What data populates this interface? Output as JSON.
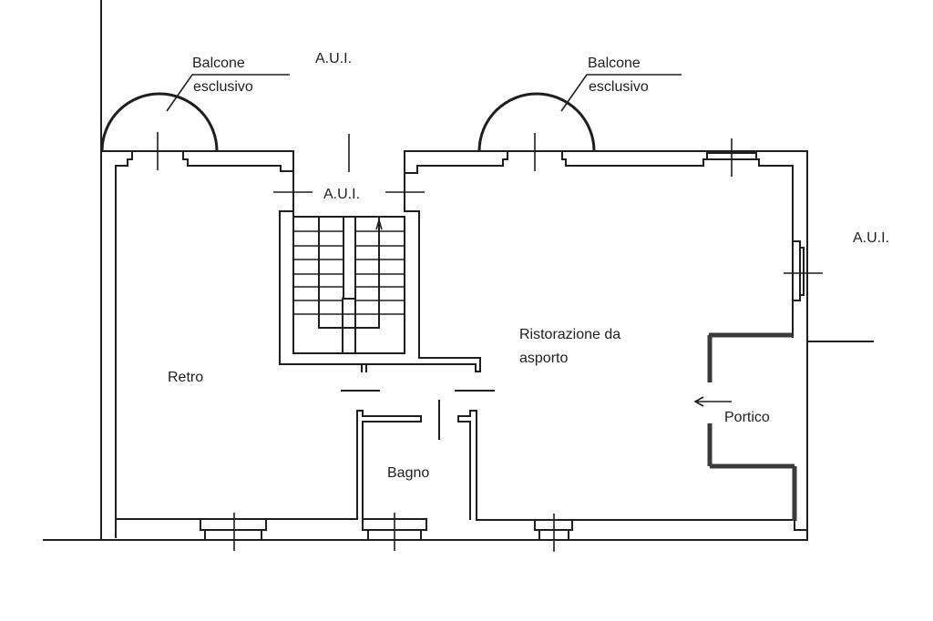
{
  "plan": {
    "labels": {
      "aui_top": "A.U.I.",
      "aui_stair": "A.U.I.",
      "aui_right": "A.U.I.",
      "balcone_left_line1": "Balcone",
      "balcone_left_line2": "esclusivo",
      "balcone_right_line1": "Balcone",
      "balcone_right_line2": "esclusivo",
      "ristorazione_line1": "Ristorazione da",
      "ristorazione_line2": "asporto",
      "retro": "Retro",
      "portico": "Portico",
      "bagno": "Bagno"
    },
    "colors": {
      "line": "#1e1e1e",
      "background": "#ffffff"
    }
  }
}
